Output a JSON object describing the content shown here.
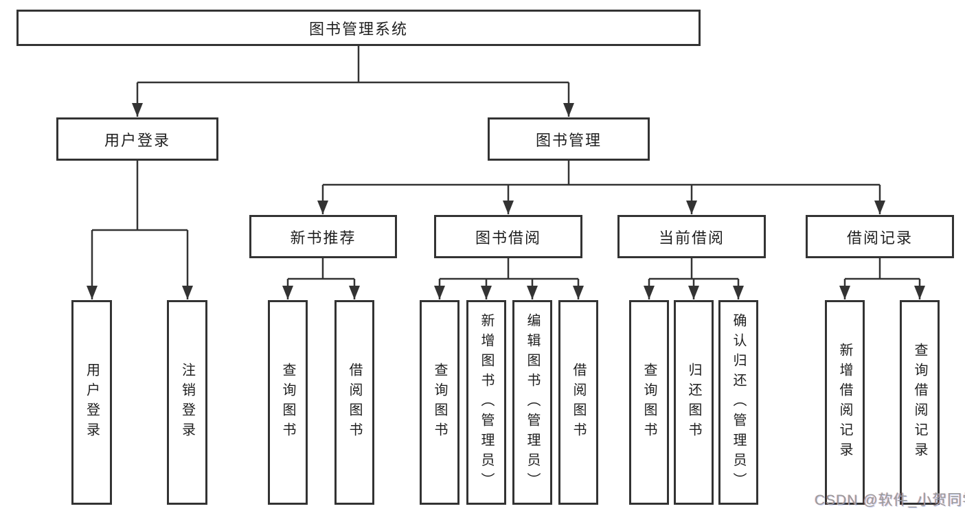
{
  "diagram": {
    "type": "hierarchy-tree",
    "root": {
      "label": "图书管理系统",
      "children": [
        {
          "label": "用户登录",
          "children": [
            {
              "label": "用户登录"
            },
            {
              "label": "注销登录"
            }
          ]
        },
        {
          "label": "图书管理",
          "children": [
            {
              "label": "新书推荐",
              "children": [
                {
                  "label": "查询图书"
                },
                {
                  "label": "借阅图书"
                }
              ]
            },
            {
              "label": "图书借阅",
              "children": [
                {
                  "label": "查询图书"
                },
                {
                  "label": "新增图书（管理员）"
                },
                {
                  "label": "编辑图书（管理员）"
                },
                {
                  "label": "借阅图书"
                }
              ]
            },
            {
              "label": "当前借阅",
              "children": [
                {
                  "label": "查询图书"
                },
                {
                  "label": "归还图书"
                },
                {
                  "label": "确认归还（管理员）"
                }
              ]
            },
            {
              "label": "借阅记录",
              "children": [
                {
                  "label": "新增借阅记录"
                },
                {
                  "label": "查询借阅记录"
                }
              ]
            }
          ]
        }
      ]
    },
    "colors": {
      "line": "#333333",
      "box_border": "#333333",
      "box_background": "#ffffff",
      "text": "#1f1f1f",
      "watermark": "#9b9b9b"
    }
  },
  "watermark": "CSDN @软件_小贺同学"
}
